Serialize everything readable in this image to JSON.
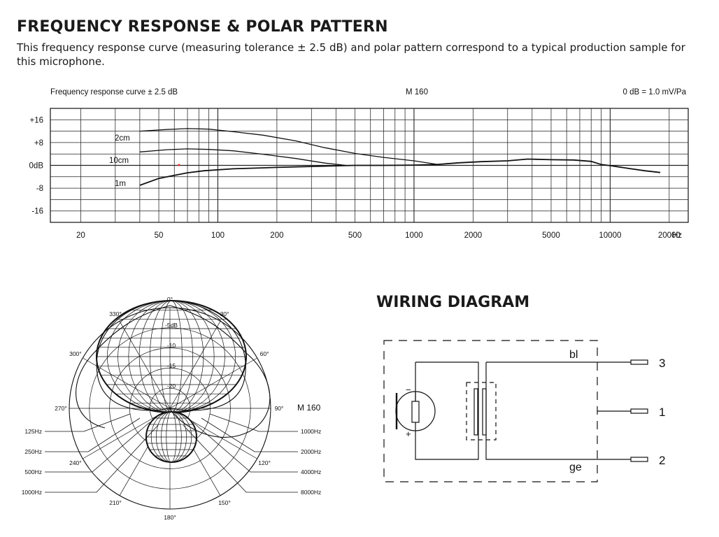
{
  "page": {
    "title": "FREQUENCY RESPONSE & POLAR PATTERN",
    "intro": "This frequency response curve (measuring tolerance ± 2.5 dB) and polar pattern correspond to a typical production sample for this microphone."
  },
  "chart_data": {
    "type": "line",
    "title": "M 160",
    "subtitle_left": "Frequency response curve ± 2.5 dB",
    "subtitle_right": "0 dB = 1.0 mV/Pa",
    "x_scale": "log",
    "xlim": [
      14,
      25000
    ],
    "ylim": [
      -20,
      20
    ],
    "x_ticks": [
      {
        "value": 20,
        "label": "20"
      },
      {
        "value": 50,
        "label": "50"
      },
      {
        "value": 100,
        "label": "100"
      },
      {
        "value": 200,
        "label": "200"
      },
      {
        "value": 500,
        "label": "500"
      },
      {
        "value": 1000,
        "label": "1000"
      },
      {
        "value": 2000,
        "label": "2000"
      },
      {
        "value": 5000,
        "label": "5000"
      },
      {
        "value": 10000,
        "label": "10000"
      },
      {
        "value": 20000,
        "label": "20000"
      }
    ],
    "x_unit": "Hz",
    "y_ticks": [
      {
        "value": 16,
        "label": "+16"
      },
      {
        "value": 8,
        "label": "+8"
      },
      {
        "value": 0,
        "label": "0dB"
      },
      {
        "value": -8,
        "label": "-8"
      },
      {
        "value": -16,
        "label": "-16"
      }
    ],
    "grid": true,
    "series": [
      {
        "name": "2cm",
        "points": [
          [
            40,
            12
          ],
          [
            55,
            12.6
          ],
          [
            70,
            12.9
          ],
          [
            90,
            12.7
          ],
          [
            120,
            11.8
          ],
          [
            170,
            10.6
          ],
          [
            250,
            8.6
          ],
          [
            350,
            6.2
          ],
          [
            500,
            4.2
          ],
          [
            700,
            2.8
          ],
          [
            1000,
            1.6
          ],
          [
            1300,
            0.4
          ]
        ]
      },
      {
        "name": "10cm",
        "points": [
          [
            40,
            4.7
          ],
          [
            55,
            5.5
          ],
          [
            70,
            5.8
          ],
          [
            90,
            5.6
          ],
          [
            120,
            5.1
          ],
          [
            170,
            3.9
          ],
          [
            250,
            2.4
          ],
          [
            350,
            0.8
          ],
          [
            450,
            0
          ]
        ]
      },
      {
        "name": "1m",
        "points": [
          [
            40,
            -7
          ],
          [
            50,
            -4.6
          ],
          [
            60,
            -3.5
          ],
          [
            70,
            -2.6
          ],
          [
            85,
            -1.9
          ],
          [
            120,
            -1.2
          ],
          [
            200,
            -0.7
          ],
          [
            300,
            -0.4
          ],
          [
            500,
            0
          ],
          [
            700,
            0
          ],
          [
            1000,
            0.1
          ],
          [
            1300,
            0.3
          ],
          [
            1700,
            0.9
          ],
          [
            2200,
            1.3
          ],
          [
            3000,
            1.6
          ],
          [
            3800,
            2.2
          ],
          [
            5000,
            2
          ],
          [
            6500,
            1.9
          ],
          [
            8000,
            1.4
          ],
          [
            9000,
            0.3
          ],
          [
            10000,
            -0.1
          ],
          [
            12500,
            -1.1
          ],
          [
            15000,
            -1.9
          ],
          [
            18000,
            -2.5
          ]
        ]
      }
    ]
  },
  "polar": {
    "angle_labels": [
      {
        "deg": 0,
        "label": "0°"
      },
      {
        "deg": 30,
        "label": "30°"
      },
      {
        "deg": 60,
        "label": "60°"
      },
      {
        "deg": 90,
        "label": "90°"
      },
      {
        "deg": 120,
        "label": "120°"
      },
      {
        "deg": 150,
        "label": "150°"
      },
      {
        "deg": 180,
        "label": "180°"
      },
      {
        "deg": 210,
        "label": "210°"
      },
      {
        "deg": 240,
        "label": "240°"
      },
      {
        "deg": 270,
        "label": "270°"
      },
      {
        "deg": 300,
        "label": "300°"
      },
      {
        "deg": 330,
        "label": "330°"
      }
    ],
    "ring_labels": [
      "-5dB",
      "-10",
      "-15",
      "-20"
    ],
    "model_label": "M 160",
    "freq_labels_left": [
      "125Hz",
      "250Hz",
      "500Hz",
      "1000Hz"
    ],
    "freq_labels_right": [
      "1000Hz",
      "2000Hz",
      "4000Hz",
      "8000Hz"
    ]
  },
  "wiring": {
    "title": "WIRING DIAGRAM",
    "wire_top_label": "bl",
    "wire_bottom_label": "ge",
    "pins": [
      "3",
      "1",
      "2"
    ],
    "plus": "+",
    "minus": "−"
  }
}
